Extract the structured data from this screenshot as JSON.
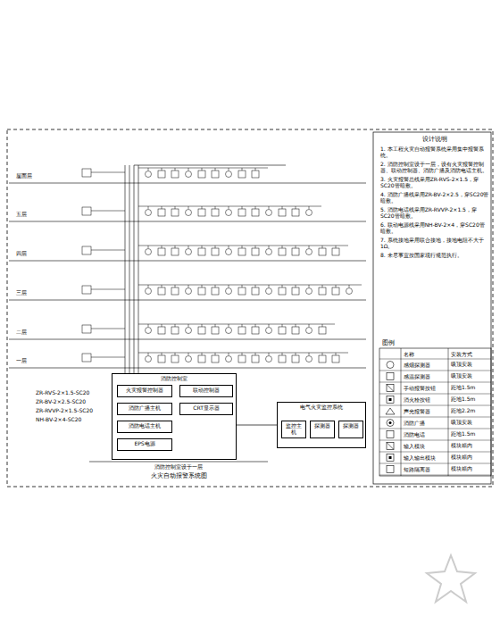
{
  "diagram": {
    "title": "火灾自动报警系统图",
    "caption": "消防控制室设于一层",
    "nodes": [
      {
        "text": [
          "消防控制室"
        ]
      },
      {
        "text": [
          "火灾报警控制器"
        ],
        "in": 0
      },
      {
        "text": [
          "联动控制器"
        ],
        "in": 0
      },
      {
        "text": [
          "消防广播主机"
        ],
        "in": 0
      },
      {
        "text": [
          "消防电话主机"
        ],
        "in": 0
      },
      {
        "text": [
          "CRT显示器"
        ],
        "in": 0
      },
      {
        "text": [
          "EPS电源"
        ],
        "in": 0
      },
      {
        "text": [
          "电气火灾监控系统"
        ]
      },
      {
        "text": [
          "监控主机"
        ],
        "in": 7
      },
      {
        "text": [
          "探测器"
        ],
        "in": 7
      },
      {
        "text": [
          "探测器"
        ],
        "in": 7
      }
    ],
    "edges": [
      {
        "from": 0,
        "to": 7,
        "arrow": "none"
      },
      {
        "from": 8,
        "to": 9,
        "arrow": "none"
      },
      {
        "from": 8,
        "to": 10,
        "arrow": "none"
      }
    ],
    "labels": [
      "屋面层",
      "五层",
      "四层",
      "三层",
      "二层",
      "一层",
      "ZR-RVS-2×1.5-SC20",
      "ZR-BV-2×2.5-SC20",
      "ZR-RVVP-2×1.5-SC20",
      "NH-BV-2×4-SC20",
      "设计说明",
      "1. 本工程火灾自动报警系统采用集中报警系统。",
      "2. 消防控制室设于一层，设有火灾报警控制器、联动控制器、消防广播及消防电话主机。",
      "3. 火灾报警总线采用ZR-RVS-2×1.5，穿SC20管暗敷。",
      "4. 消防广播线采用ZR-BV-2×2.5，穿SC20管暗敷。",
      "5. 消防电话线采用ZR-RVVP-2×1.5，穿SC20管暗敷。",
      "6. 联动电源线采用NH-BV-2×4，穿SC20管暗敷。",
      "7. 系统接地采用联合接地，接地电阻不大于1Ω。",
      "8. 未尽事宜按国家现行规范执行。",
      "图例",
      "名称",
      "安装方式",
      "吸顶安装",
      "吸顶安装",
      "距地1.5m",
      "距地1.5m",
      "距地2.2m",
      "吸顶安装",
      "距地1.5m",
      "模块箱内",
      "模块箱内",
      "模块箱内"
    ],
    "legend": [
      {
        "text": "感烟探测器"
      },
      {
        "text": "感温探测器"
      },
      {
        "text": "手动报警按钮"
      },
      {
        "text": "消火栓按钮"
      },
      {
        "text": "声光报警器"
      },
      {
        "text": "消防广播"
      },
      {
        "text": "消防电话"
      },
      {
        "text": "输入模块"
      },
      {
        "text": "输入输出模块"
      },
      {
        "text": "短路隔离器"
      }
    ]
  }
}
